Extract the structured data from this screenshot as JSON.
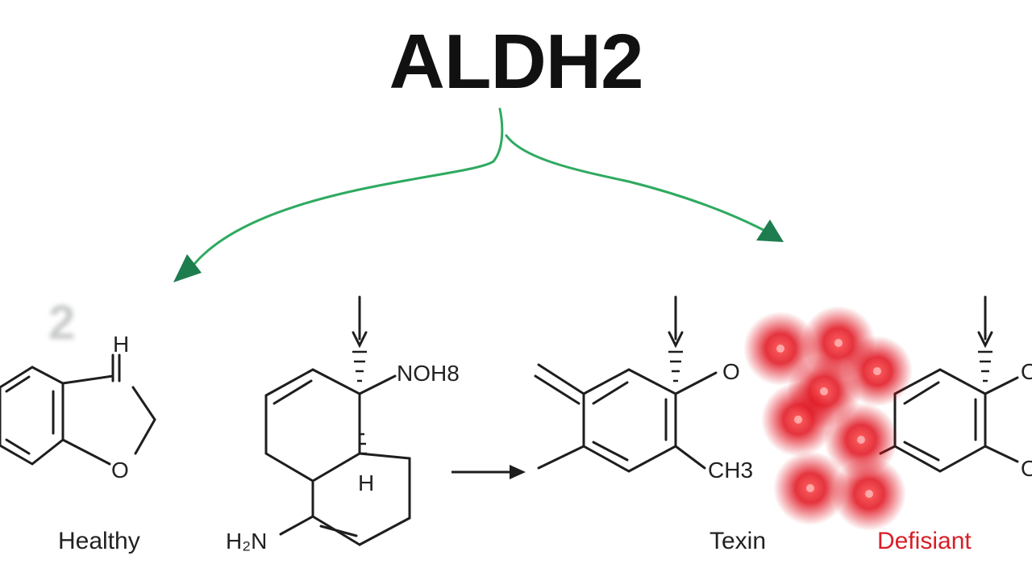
{
  "title": "ALDH2",
  "colors": {
    "arrow": "#2eaa60",
    "arrowhead": "#1d7d4e",
    "bond": "#1e1e1e",
    "toxic": "#e0101c",
    "deficient_label": "#d81e26"
  },
  "faded_mark": "2",
  "structure_1": {
    "label_h": "H",
    "label_o": "O",
    "caption": "Healthy"
  },
  "structure_2": {
    "label_top": "NOH8",
    "label_h": "H",
    "label_amine": "H₂N"
  },
  "structure_3": {
    "label_o": "O",
    "label_ch3": "CH3",
    "caption": "Texin"
  },
  "structure_4": {
    "label_o_top": "O",
    "label_o_bottom": "O",
    "caption": "Defisiant"
  }
}
